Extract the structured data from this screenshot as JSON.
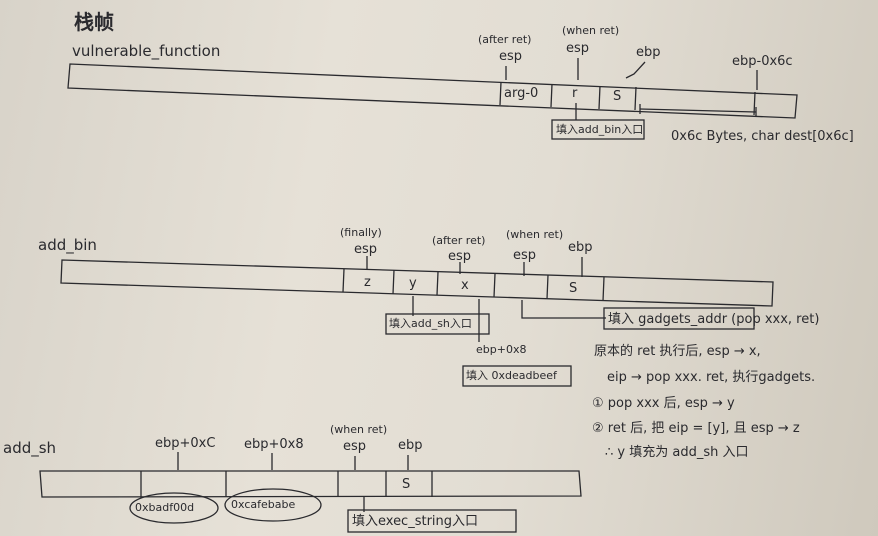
{
  "title": "栈帧",
  "section1": {
    "name": "vulnerable_function",
    "after_ret": "(after ret)",
    "when_ret": "(when ret)",
    "esp": "esp",
    "esp2": "esp",
    "ebp": "ebp",
    "ebp_minus": "ebp-0x6c",
    "cell_arg": "arg-0",
    "cell_r": "r",
    "cell_s": "S",
    "fill_note": "填入add_bin入口",
    "bytes_note": "0x6c Bytes, char dest[0x6c]"
  },
  "section2": {
    "name": "add_bin",
    "finally": "(finally)",
    "after_ret": "(after ret)",
    "when_ret": "(when ret)",
    "esp1": "esp",
    "esp2": "esp",
    "esp3": "esp",
    "ebp": "ebp",
    "cell_z": "z",
    "cell_y": "y",
    "cell_x": "x",
    "cell_s": "S",
    "fill_addsh": "填入add_sh入口",
    "ebp_plus8": "ebp+0x8",
    "fill_deadbeef": "填入 0xdeadbeef",
    "fill_gadgets": "填入 gadgets_addr (pop xxx, ret)",
    "note1": "原本的 ret 执行后, esp → x,",
    "note2": "eip → pop xxx. ret, 执行gadgets.",
    "note3": "① pop xxx 后, esp → y",
    "note4": "② ret 后, 把 eip = [y], 且 esp → z",
    "note5": "∴ y 填充为 add_sh 入口"
  },
  "section3": {
    "name": "add_sh",
    "ebp_c": "ebp+0xC",
    "ebp_8": "ebp+0x8",
    "when_ret": "(when ret)",
    "esp": "esp",
    "ebp": "ebp",
    "cell_s": "S",
    "circle1": "0xbadf00d",
    "circle2": "0xcafebabe",
    "fill_exec": "填入exec_string入口"
  }
}
